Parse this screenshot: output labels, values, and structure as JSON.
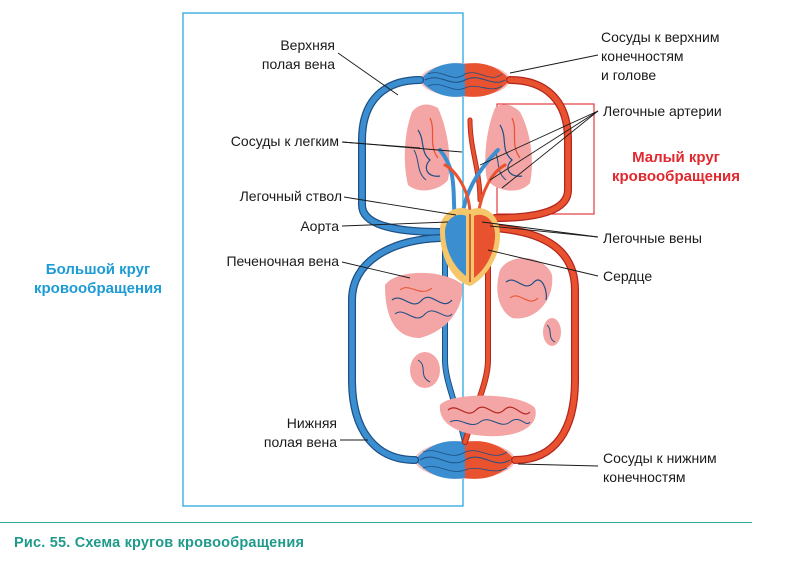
{
  "colors": {
    "vein": "#3b8fd0",
    "vein_dark": "#1e4f85",
    "artery": "#e8522f",
    "artery_dark": "#b3261e",
    "organ": "#f4a5a5",
    "frame_blue": "#29a8e0",
    "frame_red": "#e0282e",
    "heart_yellow": "#f6c66a"
  },
  "labels": {
    "superior_vena_cava": "Верхняя\nполая вена",
    "vessels_to_lungs": "Сосуды к легким",
    "pulmonary_trunk": "Легочный ствол",
    "aorta": "Аорта",
    "hepatic_vein": "Печеночная вена",
    "inferior_vena_cava": "Нижняя\nполая вена",
    "vessels_upper_limbs": "Сосуды к верхним\nконечностям\nи голове",
    "pulmonary_arteries": "Легочные артерии",
    "pulmonary_veins": "Легочные вены",
    "heart": "Сердце",
    "vessels_lower_limbs": "Сосуды к нижним\nконечностям"
  },
  "titles": {
    "systemic_circulation": "Большой круг\nкровообращения",
    "pulmonary_circulation": "Малый круг\nкровообращения"
  },
  "caption": "Рис. 55. Схема кругов кровообращения"
}
